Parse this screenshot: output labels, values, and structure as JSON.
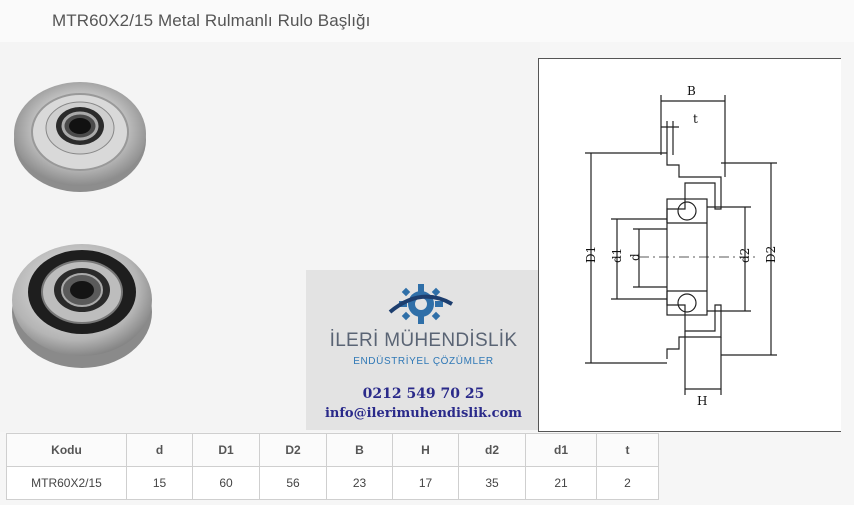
{
  "page": {
    "title": "MTR60X2/15 Metal Rulmanlı Rulo Başlığı"
  },
  "watermark": {
    "company": "İLERİ MÜHENDİSLİK",
    "subtitle": "ENDÜSTRİYEL ÇÖZÜMLER",
    "phone": "0212 549 70 25",
    "email": "info@ilerimuhendislik.com"
  },
  "drawing": {
    "labels": {
      "B": "B",
      "t": "t",
      "D1": "D1",
      "d1": "d1",
      "d": "d",
      "d2": "d2",
      "D2": "D2",
      "H": "H"
    }
  },
  "table": {
    "headers": [
      "Kodu",
      "d",
      "D1",
      "D2",
      "B",
      "H",
      "d2",
      "d1",
      "t"
    ],
    "rows": [
      [
        "MTR60X2/15",
        "15",
        "60",
        "56",
        "23",
        "17",
        "35",
        "21",
        "2"
      ]
    ]
  },
  "colors": {
    "text": "#555555",
    "brand_blue": "#2f78b6",
    "contact": "#2a2a8a"
  }
}
